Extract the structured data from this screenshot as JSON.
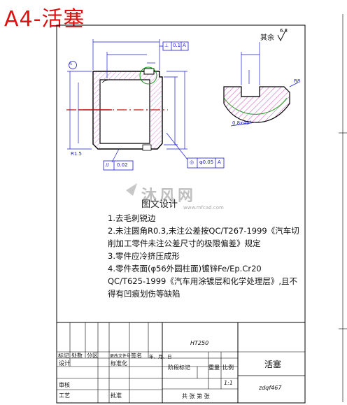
{
  "title": "A4-活塞",
  "roughness_other": "其余",
  "roughness_other_value": "6.3",
  "tolerance": {
    "datum_a": "A",
    "top_frame": [
      "⊥",
      "0.1",
      "A"
    ],
    "right_frame": [
      "◎",
      "φ0.05",
      "A"
    ],
    "bottom_frame": [
      "//",
      "0.02"
    ],
    "radius_left": "R1.5",
    "radius_detail": "R8",
    "chamfer": "0.8x45°"
  },
  "watermark": {
    "brand": "沐风网",
    "site": "www.mfcad.com",
    "label": "图文设计"
  },
  "notes": [
    "1.去毛刺锐边",
    "2.未注圆角R0.3,未注公差按QC/T267-1999《汽车切",
    "削加工零件未注公差尺寸的极限偏差》规定",
    "3.零件应冷挤压成形",
    "4.零件表面(φ56外圆柱面)镀锌Fe/Ep.Cr20",
    "QC/T625-1999《汽车用涂镀层和化学处理层》,且不",
    "得有凹痕划伤等缺陷"
  ],
  "title_block": {
    "material": "HT250",
    "part_name": "活塞",
    "drawing_no": "zdqf467",
    "scale": "1:1",
    "row_labels": {
      "mark": "标记",
      "count": "处数",
      "zone": "分区",
      "change_doc": "更改文件号",
      "signature": "签名",
      "date": "年、月、日",
      "design": "设计",
      "standardize": "标准化",
      "stage_mark": "阶段标记",
      "weight": "重量",
      "scale_label": "比例",
      "review": "审核",
      "process": "工艺",
      "approve": "批准",
      "sheets": "共 张 第 张"
    }
  }
}
